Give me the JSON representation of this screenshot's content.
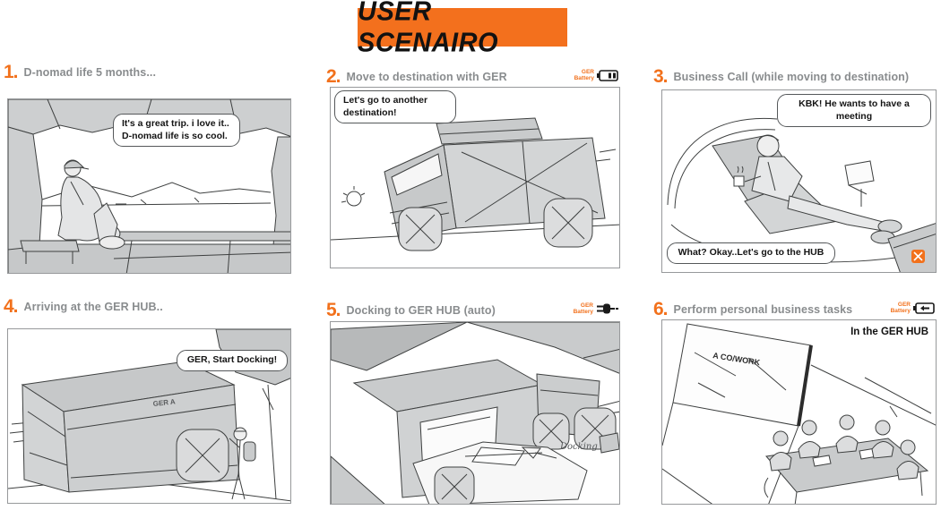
{
  "title": "USER SCENAIRO",
  "colors": {
    "accent": "#F2711C",
    "caption_gray": "#898C8E",
    "ink": "#3E4040",
    "sketch_gray": "#CDCFD0",
    "banner_bg": "#F3701D"
  },
  "badge_label": "GER\nBattery",
  "panels": [
    {
      "number": "1.",
      "caption": "D-nomad life 5 months...",
      "bubble": "It's a great trip. i love it..\nD-nomad life is so cool."
    },
    {
      "number": "2.",
      "caption": "Move to destination with GER",
      "bubble": "Let's go to another\ndestination!",
      "badge_icon": "battery-half"
    },
    {
      "number": "3.",
      "caption": "Business Call (while moving to destination)",
      "bubble_top": "KBK! He wants to have a meeting",
      "bubble_bottom": "What? Okay..Let's go to the HUB"
    },
    {
      "number": "4.",
      "caption": "Arriving at the GER HUB..",
      "bubble": "GER, Start Docking!",
      "vehicle_label": "GER A"
    },
    {
      "number": "5.",
      "caption": "Docking to GER HUB (auto)",
      "annotation": "Docking",
      "badge_icon": "power-plug"
    },
    {
      "number": "6.",
      "caption": "Perform personal business tasks",
      "label": "In the GER HUB",
      "wall_text": "A CO/WORK",
      "badge_icon": "battery-charging"
    }
  ]
}
